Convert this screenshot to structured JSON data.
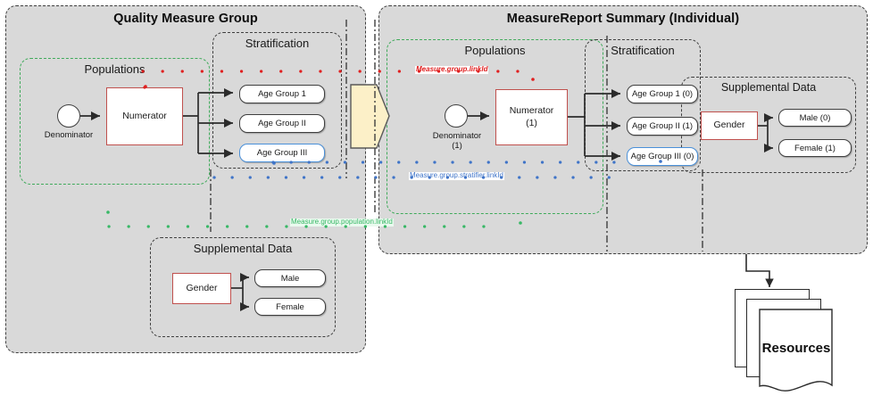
{
  "diagram": {
    "title": "Quality Measure Group / MeasureReport Summary mapping",
    "panels": {
      "left": {
        "title": "Quality Measure Group",
        "populations": {
          "label": "Populations",
          "denominator": "Denominator",
          "numerator": "Numerator"
        },
        "stratification": {
          "label": "Stratification",
          "items": [
            {
              "label": "Age Group 1",
              "accent": "none"
            },
            {
              "label": "Age Group II",
              "accent": "none"
            },
            {
              "label": "Age Group III",
              "accent": "blue"
            }
          ]
        },
        "supplemental": {
          "label": "Supplemental Data",
          "source": "Gender",
          "items": [
            "Male",
            "Female"
          ]
        }
      },
      "right": {
        "title": "MeasureReport Summary (Individual)",
        "populations": {
          "label": "Populations",
          "denominator": "Denominator",
          "denominator_count": "(1)",
          "numerator": "Numerator",
          "numerator_count": "(1)"
        },
        "stratification": {
          "label": "Stratification",
          "items": [
            {
              "label": "Age Group 1 (0)",
              "accent": "none"
            },
            {
              "label": "Age Group II (1)",
              "accent": "none"
            },
            {
              "label": "Age Group III (0)",
              "accent": "blue"
            }
          ]
        },
        "supplemental": {
          "label": "Supplemental Data",
          "source": "Gender",
          "items": [
            "Male (0)",
            "Female (1)"
          ]
        }
      }
    },
    "annotations": [
      {
        "id": "population-link",
        "text": "Measure.group.population.linkId",
        "color": "#38b866"
      },
      {
        "id": "group-link",
        "text": "Measure.group.linkId",
        "color": "#e02020"
      },
      {
        "id": "stratifier-link",
        "text": "Measure.group.stratifier.linkId",
        "color": "#3f74c8"
      }
    ],
    "output": {
      "label": "Resources"
    },
    "colors": {
      "panel_fill": "#d9d9d9",
      "panel_border": "#3f3f3f",
      "accent_red": "#c0504d",
      "accent_blue": "#4a90d9",
      "accent_green": "#3faa5a",
      "arrow_fill": "#fcf0c8",
      "connector": "#2b2b2b"
    }
  }
}
